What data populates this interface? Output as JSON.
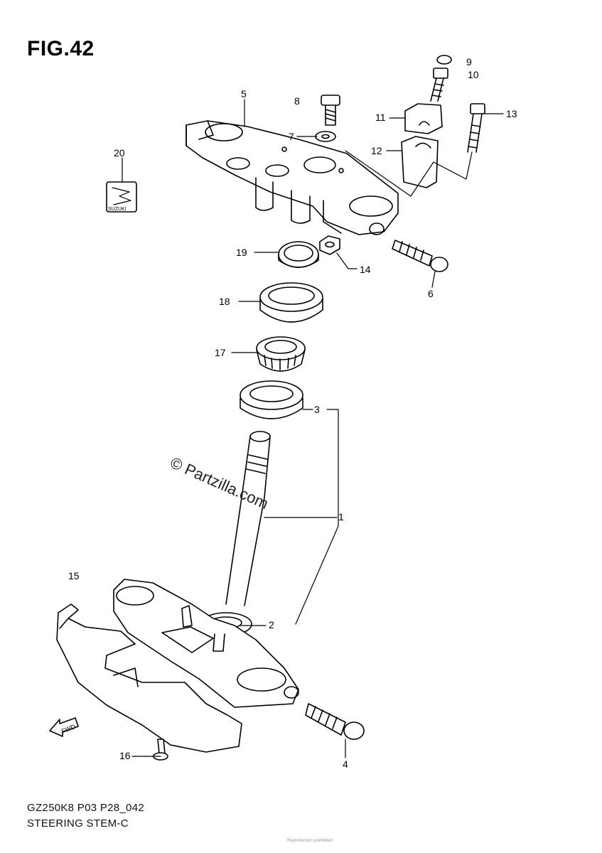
{
  "figure": {
    "title": "FIG.42",
    "model_code": "GZ250K8 P03 P28_042",
    "section_name": "STEERING STEM-C",
    "watermark": "© Partzilla.com",
    "copyright": "Reproduction prohibited",
    "fwd_label": "FWD",
    "brand_label": "SUZUKI"
  },
  "callouts": [
    {
      "num": "1"
    },
    {
      "num": "2"
    },
    {
      "num": "3"
    },
    {
      "num": "4"
    },
    {
      "num": "5"
    },
    {
      "num": "6"
    },
    {
      "num": "7"
    },
    {
      "num": "8"
    },
    {
      "num": "9"
    },
    {
      "num": "10"
    },
    {
      "num": "11"
    },
    {
      "num": "12"
    },
    {
      "num": "13"
    },
    {
      "num": "14"
    },
    {
      "num": "15"
    },
    {
      "num": "16"
    },
    {
      "num": "17"
    },
    {
      "num": "18"
    },
    {
      "num": "19"
    },
    {
      "num": "20"
    }
  ]
}
